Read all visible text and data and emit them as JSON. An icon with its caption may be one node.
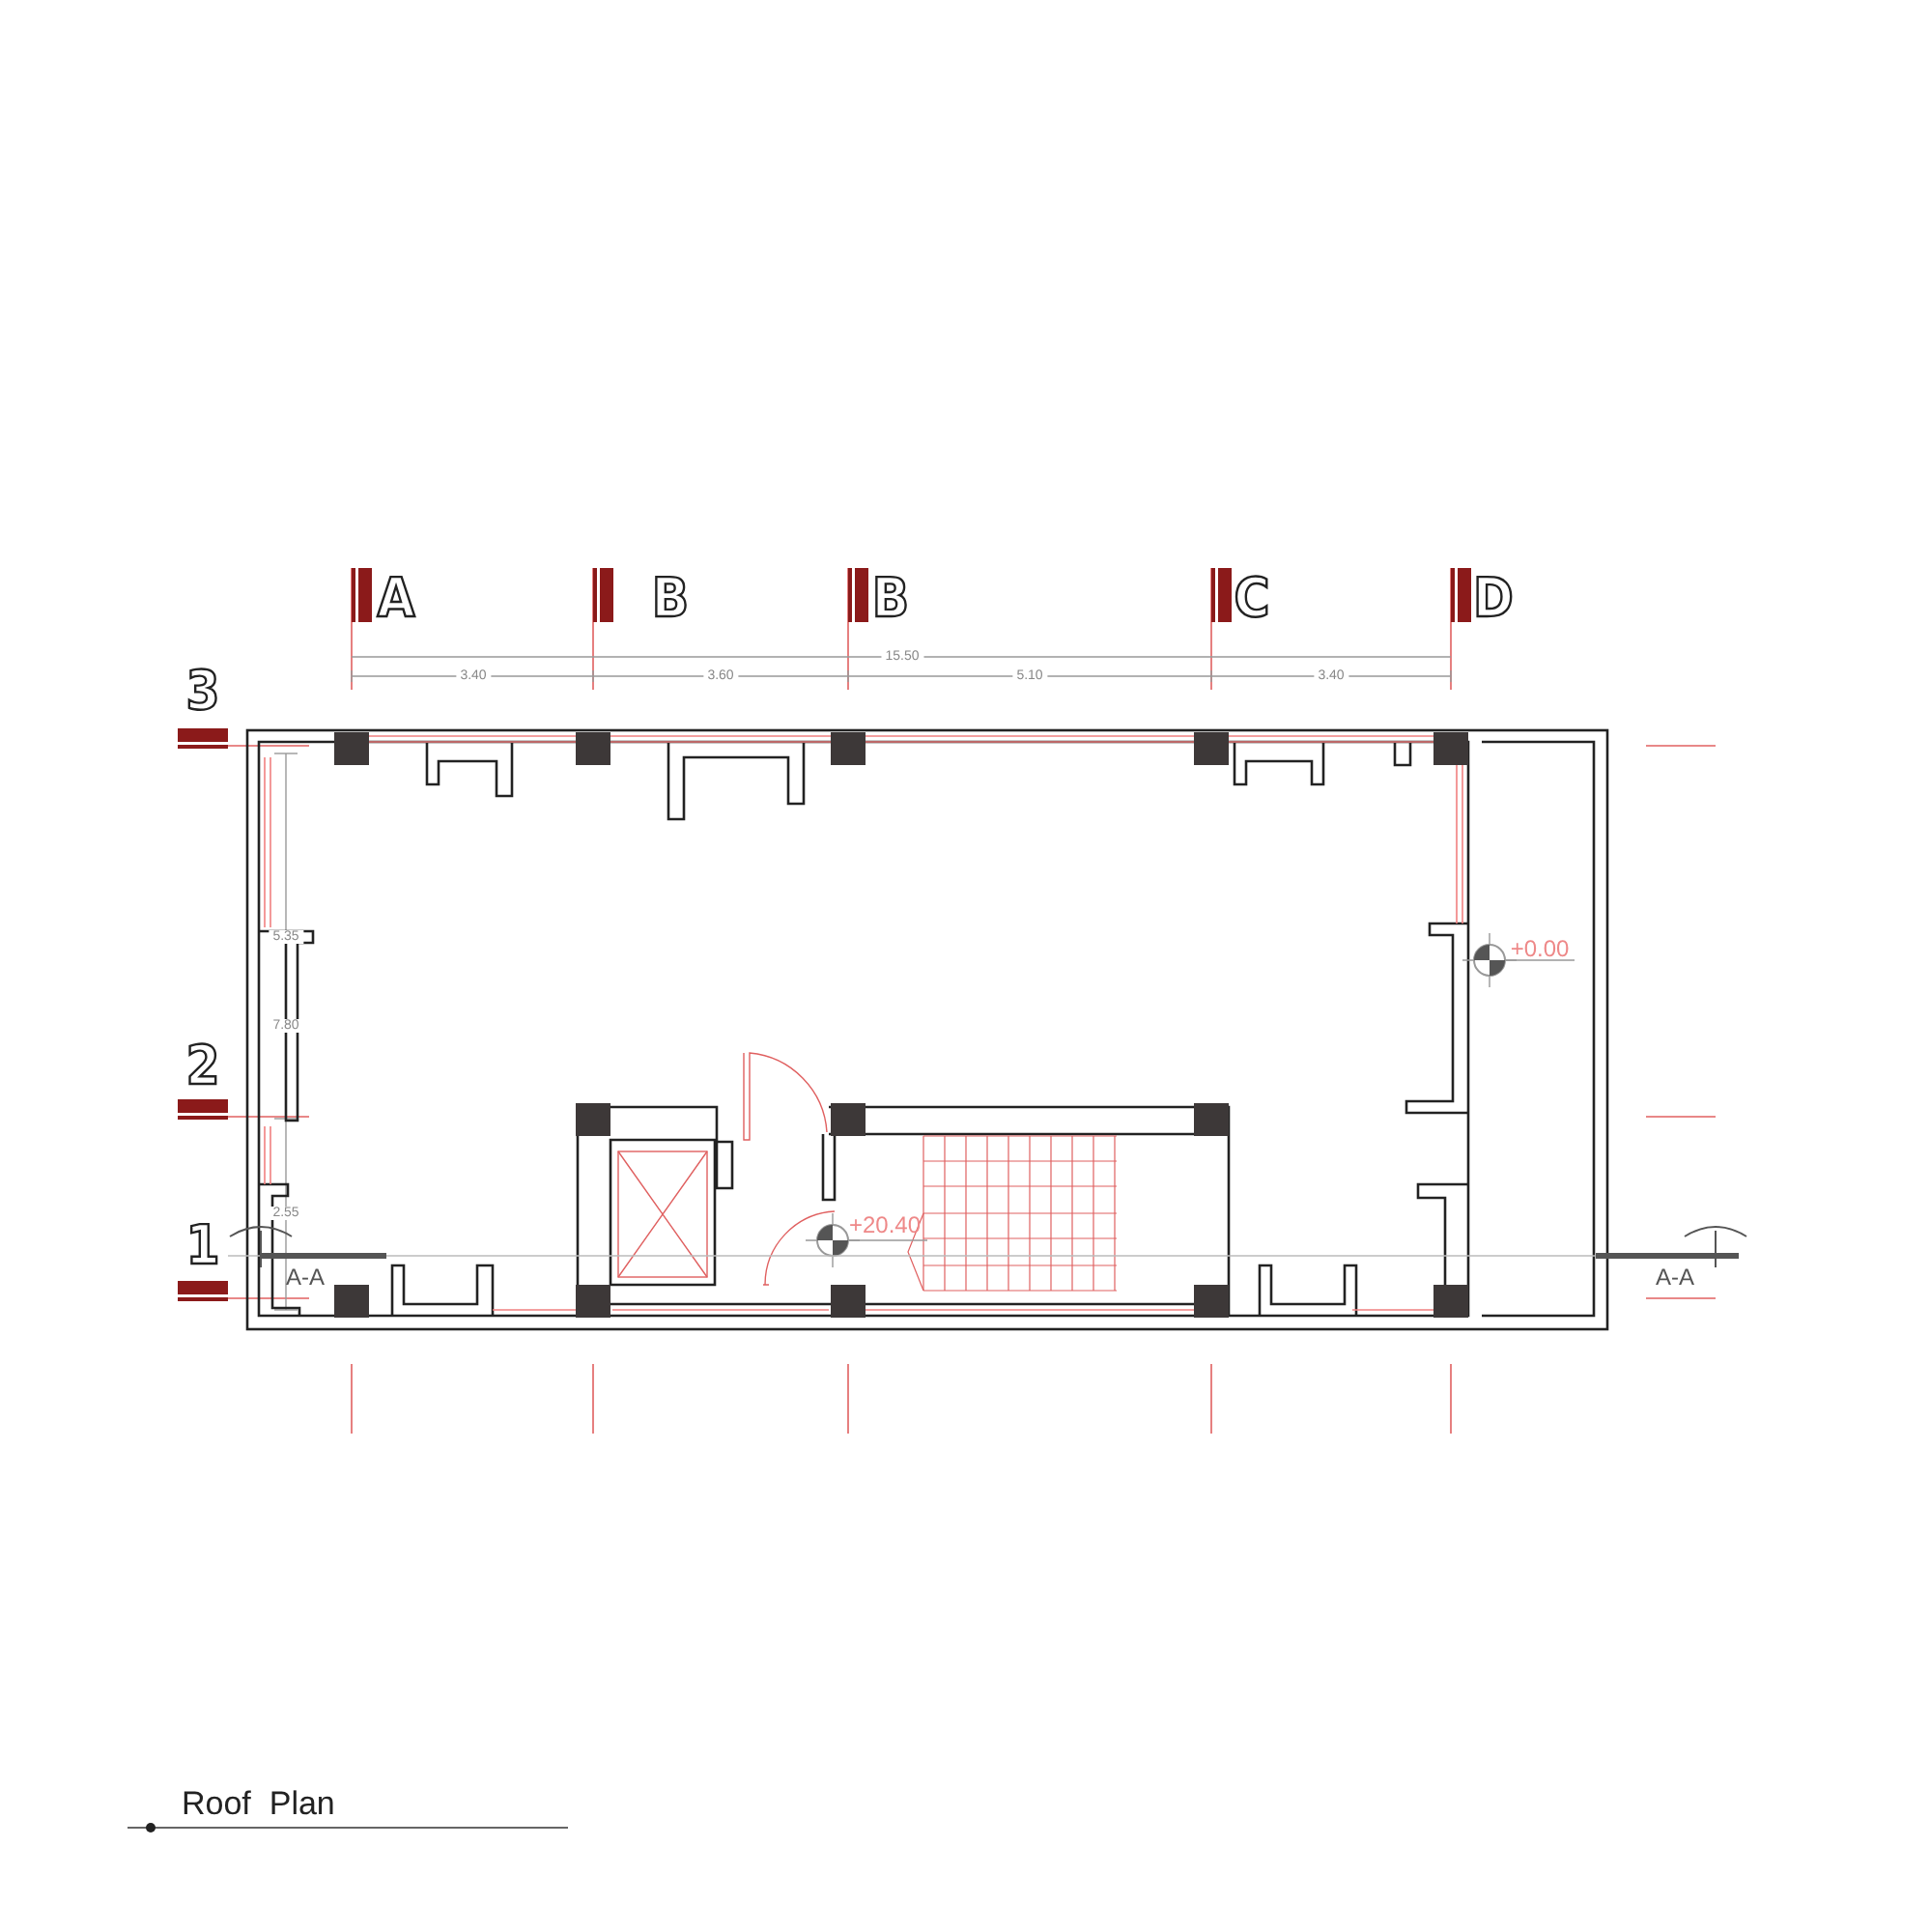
{
  "diagram": {
    "title": "Roof  Plan",
    "labels": [
      "A",
      "B",
      "B",
      "C",
      "D",
      "15.50",
      "3.40",
      "3.60",
      "5.10",
      "3.40",
      "3",
      "2",
      "1",
      "5.35",
      "7.80",
      "2.55",
      "A-A",
      "A-A",
      "+0.00",
      "+20.40"
    ]
  }
}
